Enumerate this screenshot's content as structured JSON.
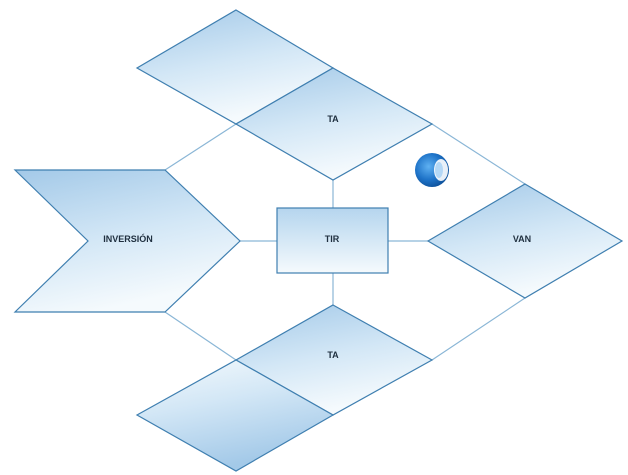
{
  "diagram": {
    "nodes": {
      "top_ta": {
        "label": "TA"
      },
      "bottom_ta": {
        "label": "TA"
      },
      "inversion": {
        "label": "INVERSIÓN"
      },
      "tir": {
        "label": "TIR"
      },
      "van": {
        "label": "VAN"
      }
    },
    "colors": {
      "fill_dark": "#a9cde9",
      "fill_light": "#f3f9fd",
      "stroke": "#3f7fb0",
      "connector": "#8ab6d6",
      "orb": "#1e73c8"
    },
    "decor": {
      "orb_icon": "blue-sphere-icon"
    }
  }
}
